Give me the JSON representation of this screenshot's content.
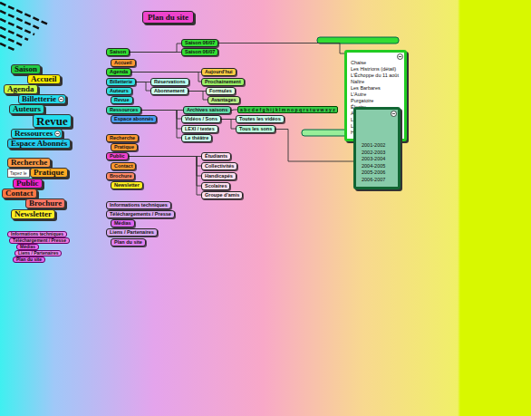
{
  "diagram": {
    "title": "Plan du site",
    "nodes": [
      {
        "text": [
          "Saison"
        ]
      },
      {
        "text": [
          "Accueil"
        ]
      },
      {
        "text": [
          "Agenda"
        ]
      },
      {
        "text": [
          "Billetterie"
        ]
      },
      {
        "text": [
          "Auteurs"
        ]
      },
      {
        "text": [
          "Revue"
        ]
      },
      {
        "text": [
          "Ressources"
        ]
      },
      {
        "text": [
          "Espace abonnés"
        ]
      },
      {
        "text": [
          "Recherche"
        ]
      },
      {
        "text": [
          "Pratique"
        ]
      },
      {
        "text": [
          "Public"
        ]
      },
      {
        "text": [
          "Contact"
        ]
      },
      {
        "text": [
          "Brochure"
        ]
      },
      {
        "text": [
          "Newsletter"
        ]
      },
      {
        "text": [
          "Informations techniques"
        ]
      },
      {
        "text": [
          "Téléchargements / Presse"
        ]
      },
      {
        "text": [
          "Médias"
        ]
      },
      {
        "text": [
          "Liens / Partenaires"
        ]
      },
      {
        "text": [
          "Plan du site"
        ]
      },
      {
        "text": [
          "Saison 06/07"
        ]
      },
      {
        "text": [
          "Saison 06/07"
        ]
      },
      {
        "text": [
          "Aujourd'hui"
        ]
      },
      {
        "text": [
          "Réservations"
        ]
      },
      {
        "text": [
          "Prochainement"
        ]
      },
      {
        "text": [
          "Abonnement"
        ]
      },
      {
        "text": [
          "Formules"
        ]
      },
      {
        "text": [
          "Avantages"
        ]
      },
      {
        "text": [
          "Archives saisons"
        ]
      },
      {
        "text": [
          "Vidéos / Sons"
        ]
      },
      {
        "text": [
          "Toutes les vidéos"
        ]
      },
      {
        "text": [
          "LEXI / textes"
        ]
      },
      {
        "text": [
          "Tous les sons"
        ]
      },
      {
        "text": [
          "Le théâtre"
        ]
      },
      {
        "text": [
          "Étudiants"
        ]
      },
      {
        "text": [
          "Collectivités"
        ]
      },
      {
        "text": [
          "Handicapés"
        ]
      },
      {
        "text": [
          "Scolaires"
        ]
      },
      {
        "text": [
          "Groupe d'amis"
        ]
      },
      {
        "text": [
          "a b c d e f g h i j k l m n o p q r s t u v w x y z"
        ]
      },
      {
        "text": [
          "Chaise",
          "Les Histrions (détail)",
          "L'Échoppe du 11 août",
          "Naître",
          "Les Barbares",
          "L'Autre",
          "Purgatoire",
          "Électre",
          "Autrui",
          "Le Président",
          "Les Trois soeurs",
          "Hedda Gabler"
        ]
      },
      {
        "text": [
          "2001-2002",
          "2002-2003",
          "2003-2004",
          "2004-2005",
          "2005-2006",
          "2006-2007"
        ]
      },
      {
        "text": [
          "Saison"
        ]
      },
      {
        "text": [
          "Accueil"
        ]
      },
      {
        "text": [
          "Agenda"
        ]
      },
      {
        "text": [
          "Billetterie"
        ]
      },
      {
        "text": [
          "Auteurs"
        ]
      },
      {
        "text": [
          "Revue"
        ]
      },
      {
        "text": [
          "Ressources"
        ]
      },
      {
        "text": [
          "Espace Abonnés"
        ]
      },
      {
        "text": [
          "Recherche"
        ]
      },
      {
        "text": [
          "Tapez le"
        ]
      },
      {
        "text": [
          "Pratique"
        ]
      },
      {
        "text": [
          "Public"
        ]
      },
      {
        "text": [
          "Contact"
        ]
      },
      {
        "text": [
          "Brochure"
        ]
      },
      {
        "text": [
          "Newsletter"
        ]
      },
      {
        "text": [
          "Informations techniques"
        ]
      },
      {
        "text": [
          "Téléchargement / Presse"
        ]
      },
      {
        "text": [
          "Médias"
        ]
      },
      {
        "text": [
          "Liens / Partenaires"
        ]
      },
      {
        "text": [
          "Plan du site"
        ]
      }
    ],
    "edges": [
      {
        "from": 0,
        "to": 19,
        "arrow": "none"
      },
      {
        "from": 0,
        "to": 20,
        "arrow": "none"
      },
      {
        "from": 2,
        "to": 21,
        "arrow": "none"
      },
      {
        "from": 2,
        "to": 23,
        "arrow": "none"
      },
      {
        "from": 3,
        "to": 22,
        "arrow": "none"
      },
      {
        "from": 3,
        "to": 24,
        "arrow": "none"
      },
      {
        "from": 24,
        "to": 25,
        "arrow": "none"
      },
      {
        "from": 24,
        "to": 26,
        "arrow": "none"
      },
      {
        "from": 6,
        "to": 27,
        "arrow": "none"
      },
      {
        "from": 6,
        "to": 28,
        "arrow": "none"
      },
      {
        "from": 6,
        "to": 30,
        "arrow": "none"
      },
      {
        "from": 6,
        "to": 32,
        "arrow": "none"
      },
      {
        "from": 28,
        "to": 29,
        "arrow": "none"
      },
      {
        "from": 28,
        "to": 31,
        "arrow": "none"
      },
      {
        "from": 10,
        "to": 33,
        "arrow": "none"
      },
      {
        "from": 10,
        "to": 34,
        "arrow": "none"
      },
      {
        "from": 10,
        "to": 35,
        "arrow": "none"
      },
      {
        "from": 10,
        "to": 36,
        "arrow": "none"
      },
      {
        "from": 10,
        "to": 37,
        "arrow": "none"
      },
      {
        "from": 27,
        "to": 38,
        "arrow": "none"
      },
      {
        "from": 19,
        "to": 39,
        "arrow": "none"
      },
      {
        "from": 31,
        "to": 40,
        "arrow": "none"
      }
    ]
  }
}
